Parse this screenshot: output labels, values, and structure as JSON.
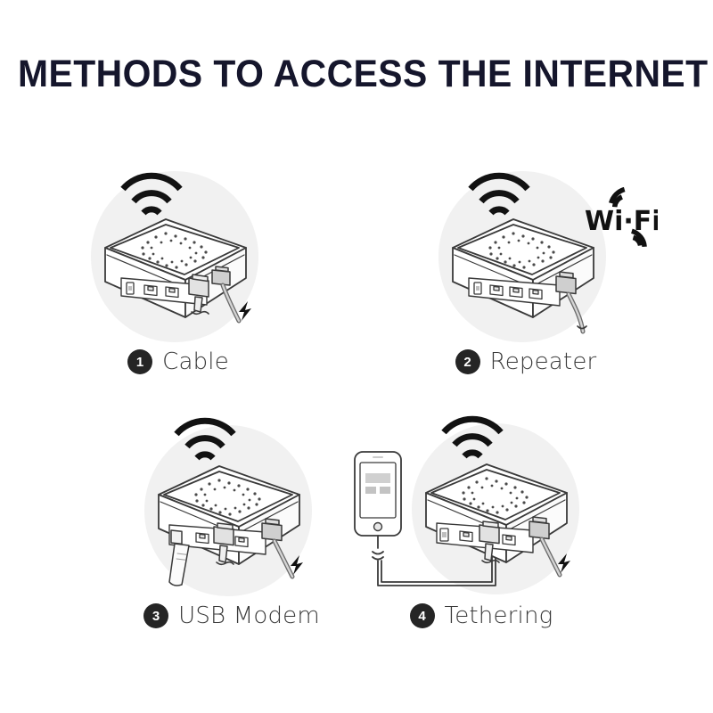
{
  "poster": {
    "title": "METHODS TO ACCESS THE INTERNET",
    "background_color": "#ffffff",
    "title_color": "#15162c",
    "badge_color": "#252525",
    "label_color": "#3a3a3a",
    "circle_backdrop_color": "#f1f1f1",
    "line_art_color": "#3a3a3a",
    "cable_fill_color": "#d8d8d8"
  },
  "methods": [
    {
      "number": "1",
      "label": "Cable",
      "icon": "router-with-ethernet-cable-icon",
      "device": "router",
      "wifi_waves": true,
      "wifi_wordmark": false,
      "attachments": [
        "ethernet-cable",
        "power-cable"
      ],
      "ports": [
        "usb",
        "ethernet",
        "ethernet"
      ]
    },
    {
      "number": "2",
      "label": "Repeater",
      "icon": "router-with-wifi-wordmark-icon",
      "device": "router",
      "wifi_waves": true,
      "wifi_wordmark": true,
      "wifi_wordmark_text": "Wi·Fi",
      "attachments": [
        "power-cable"
      ],
      "ports": [
        "usb",
        "ethernet",
        "ethernet",
        "ethernet"
      ]
    },
    {
      "number": "3",
      "label": "USB Modem",
      "icon": "router-with-usb-dongle-icon",
      "device": "router",
      "wifi_waves": true,
      "wifi_wordmark": false,
      "attachments": [
        "usb-dongle",
        "ethernet-cable",
        "power-cable"
      ],
      "ports": [
        "usb",
        "ethernet",
        "ethernet",
        "ethernet"
      ]
    },
    {
      "number": "4",
      "label": "Tethering",
      "icon": "router-with-smartphone-icon",
      "device": "router",
      "wifi_waves": true,
      "wifi_wordmark": false,
      "attachments": [
        "smartphone",
        "usb-cable",
        "ethernet-cable",
        "power-cable"
      ],
      "ports": [
        "usb",
        "ethernet",
        "ethernet",
        "ethernet"
      ]
    }
  ]
}
